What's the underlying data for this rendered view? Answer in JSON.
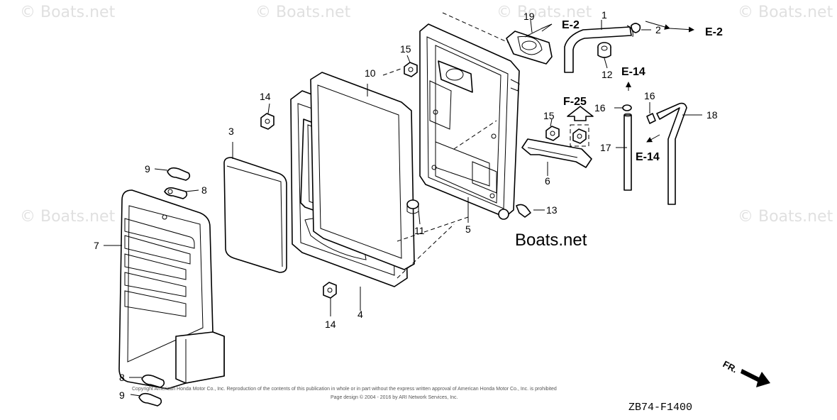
{
  "watermark": "© Boats.net",
  "brand_text": "Boats.net",
  "diagram_code": "ZB74-F1400",
  "front_marker": "FR.",
  "copyright_line1": "Copyright American Honda Motor Co., Inc. Reproduction of the contents of this publication in whole or in part without the express written approval of American Honda Motor Co., Inc. is prohibited",
  "copyright_line2": "Page design © 2004 - 2016 by ARI Network Services, Inc.",
  "refs": {
    "e2_top": "E-2",
    "e2_right": "E-2",
    "e14_top": "E-14",
    "e14_bottom": "E-14",
    "f25": "F-25"
  },
  "callouts": {
    "c1": "1",
    "c2": "2",
    "c3": "3",
    "c4": "4",
    "c5": "5",
    "c6": "6",
    "c7": "7",
    "c8a": "8",
    "c8b": "8",
    "c9a": "9",
    "c9b": "9",
    "c10": "10",
    "c11": "11",
    "c12": "12",
    "c13": "13",
    "c14a": "14",
    "c14b": "14",
    "c15a": "15",
    "c15b": "15",
    "c16a": "16",
    "c16b": "16",
    "c17": "17",
    "c18": "18",
    "c19": "19"
  }
}
